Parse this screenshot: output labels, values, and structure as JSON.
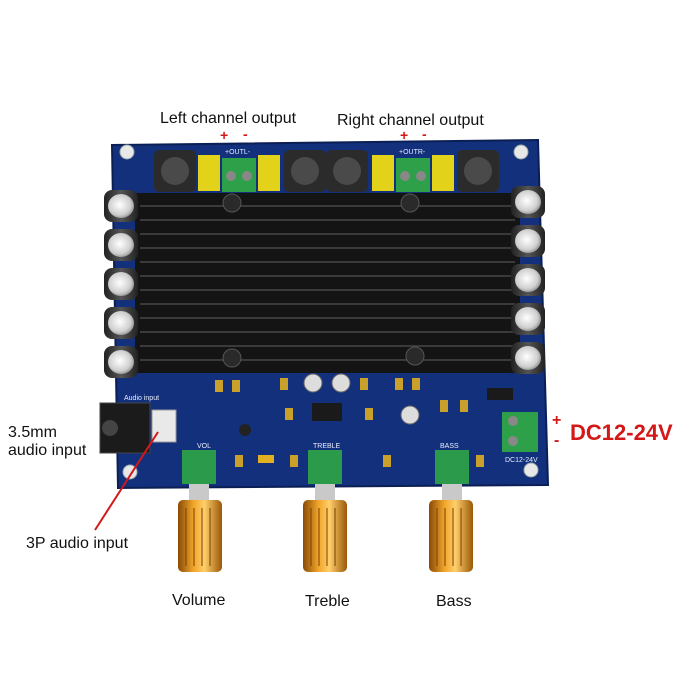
{
  "labels": {
    "left_output": "Left channel output",
    "right_output": "Right channel output",
    "audio_35mm_line1": "3.5mm",
    "audio_35mm_line2": "audio input",
    "audio_3p": "3P audio input",
    "power": "DC12-24V",
    "volume": "Volume",
    "treble": "Treble",
    "bass": "Bass",
    "plus": "+",
    "minus": "-"
  },
  "silkscreen": {
    "outl": "+OUTL-",
    "outr": "+OUTR-",
    "audio_input": "Audio input",
    "vol": "VOL",
    "treble": "TREBLE",
    "bass": "BASS",
    "power": "DC12-24V"
  },
  "colors": {
    "pcb": "#12307c",
    "heatsink": "#1a1a1a",
    "knob": "#d98a1a",
    "terminal": "#2fa04a",
    "label_red": "#d41818"
  }
}
